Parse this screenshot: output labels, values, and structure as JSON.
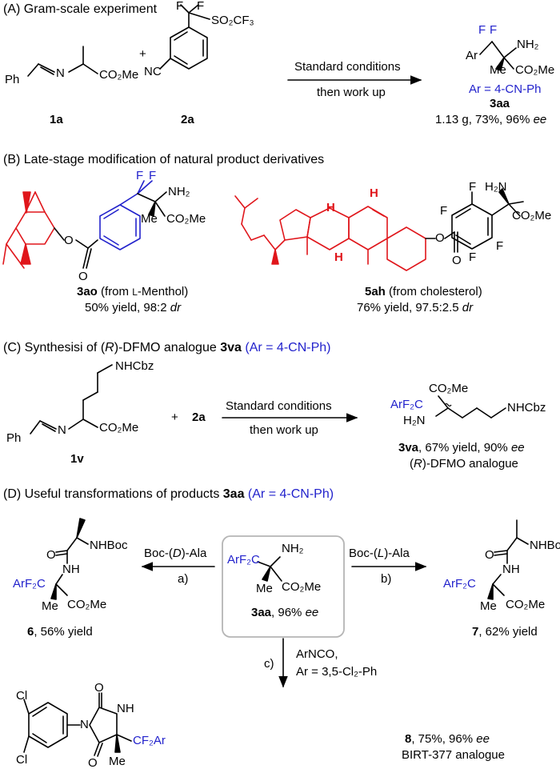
{
  "sections": {
    "a": "(A) Gram-scale experiment",
    "b": "(B) Late-stage modification of natural product derivatives",
    "c_prefix": "(C) Synthesisi of (",
    "c_R": "R",
    "c_mid": ")-DFMO analogue ",
    "c_cmpd": "3va",
    "c_ar": "(Ar = 4-CN-Ph)",
    "d_prefix": "(D) Useful transformations of products ",
    "d_cmpd": "3aa",
    "d_ar": "(Ar = 4-CN-Ph)"
  },
  "colors": {
    "accent": "#2222cc",
    "natural": "#e0161b",
    "box": "#b5b5b5"
  },
  "a": {
    "ph": "Ph",
    "n": "N",
    "co2me": "CO₂Me",
    "plus": "+",
    "f1": "F",
    "f2": "F",
    "so2cf3": "SO₂CF₃",
    "nc": "NC",
    "cond_top": "Standard conditions",
    "cond_bottom": "then work up",
    "cmpd1": "1a",
    "cmpd2": "2a",
    "prod_ar": "Ar",
    "prod_f1": "F",
    "prod_f2": "F",
    "prod_nh2": "NH₂",
    "prod_me": "Me",
    "prod_co2me": "CO₂Me",
    "prod_ar_def": "Ar = 4-CN-Ph",
    "prod_cmpd": "3aa",
    "prod_yield": "1.13 g, 73%, 96% ",
    "prod_ee": "ee"
  },
  "b": {
    "ao_o": "O",
    "ao_ocarb": "O",
    "ao_f1": "F",
    "ao_f2": "F",
    "ao_nh2": "NH₂",
    "ao_me": "Me",
    "ao_co2me": "CO₂Me",
    "ao_cmpd": "3ao",
    "ao_from": " (from ",
    "ao_L": "L",
    "ao_menthol": "-Menthol)",
    "ao_yield": "50% yield, 98:2 ",
    "ao_dr": "dr",
    "ah_h1": "H",
    "ah_h2": "H",
    "ah_h3": "H",
    "ah_o": "O",
    "ah_ocarb": "O",
    "ah_f1": "F",
    "ah_f2": "F",
    "ah_f3": "F",
    "ah_f4": "F",
    "ah_h2n": "H₂N",
    "ah_co2me": "CO₂Me",
    "ah_cmpd": "5ah",
    "ah_from": " (from cholesterol)",
    "ah_yield": "76% yield, 97.5:2.5 ",
    "ah_dr": "dr"
  },
  "c": {
    "nhcbz": "NHCbz",
    "ph": "Ph",
    "n": "N",
    "co2me": "CO₂Me",
    "plus": "+",
    "reagent": "2a",
    "cond_top": "Standard conditions",
    "cond_bottom": "then work up",
    "cmpd": "1v",
    "prod_co2me": "CO₂Me",
    "prod_arf2c": "ArF₂C",
    "prod_h2n": "H₂N",
    "prod_nhcbz": "NHCbz",
    "prod_cmpd": "3va",
    "prod_yield": ", 67% yield, 90% ",
    "prod_ee": "ee",
    "prod_open": "(",
    "prod_R": "R",
    "prod_close": ")-DFMO analogue"
  },
  "d": {
    "center_arf2c": "ArF₂C",
    "center_nh2": "NH₂",
    "center_me": "Me",
    "center_co2me": "CO₂Me",
    "center_cmpd": "3aa",
    "center_yield": ", 96% ",
    "center_ee": "ee",
    "left_reagent_pre": "Boc-(",
    "left_reagent_D": "D",
    "left_reagent_post": ")-Ala",
    "left_step": "a)",
    "right_reagent_pre": "Boc-(",
    "right_reagent_L": "L",
    "right_reagent_post": ")-Ala",
    "right_step": "b)",
    "down_step": "c)",
    "down_reagent": "ArNCO,",
    "down_ar": "Ar = 3,5-Cl₂-Ph",
    "p6_o": "O",
    "p6_nhboc": "NHBoc",
    "p6_nh": "NH",
    "p6_arf2c": "ArF₂C",
    "p6_me": "Me",
    "p6_co2me": "CO₂Me",
    "p6_cmpd": "6",
    "p6_yield": ", 56% yield",
    "p7_o": "O",
    "p7_nhboc": "NHBoc",
    "p7_nh": "NH",
    "p7_arf2c": "ArF₂C",
    "p7_me": "Me",
    "p7_co2me": "CO₂Me",
    "p7_cmpd": "7",
    "p7_yield": ", 62% yield",
    "p8_cl1": "Cl",
    "p8_cl2": "Cl",
    "p8_o1": "O",
    "p8_o2": "O",
    "p8_n": "N",
    "p8_nh": "NH",
    "p8_cf2ar": "CF₂Ar",
    "p8_me": "Me",
    "p8_cmpd": "8",
    "p8_yield": ", 75%, 96% ",
    "p8_ee": "ee",
    "p8_name": "BIRT-377 analogue"
  }
}
